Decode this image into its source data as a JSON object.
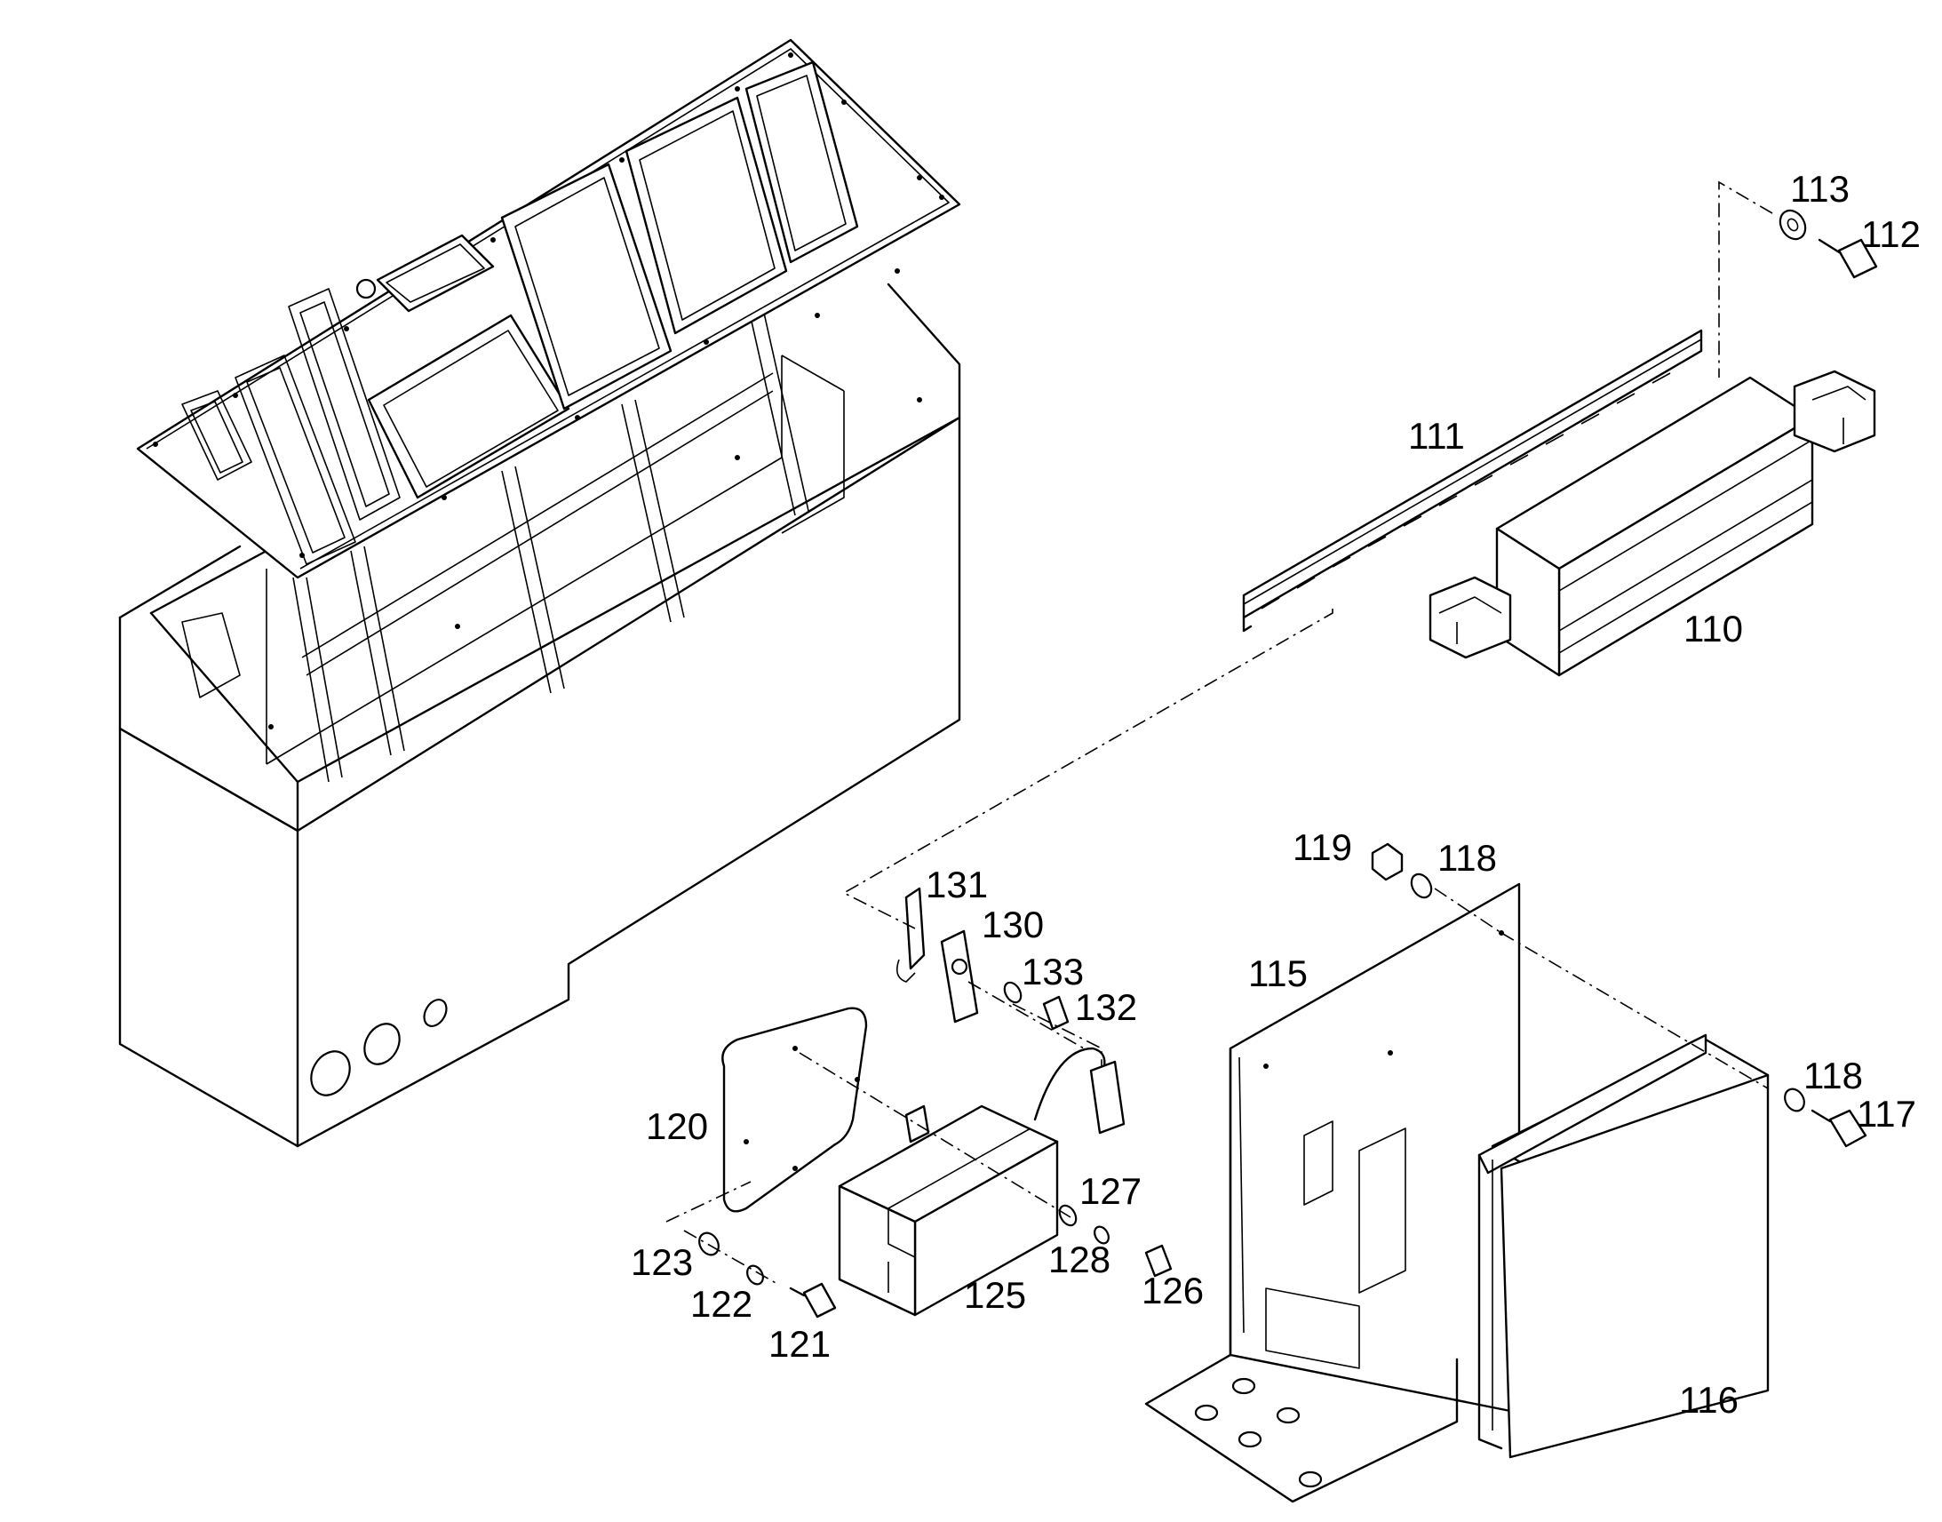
{
  "callouts": {
    "c110": "110",
    "c111": "111",
    "c112": "112",
    "c113": "113",
    "c115": "115",
    "c116": "116",
    "c117": "117",
    "c118a": "118",
    "c118b": "118",
    "c119": "119",
    "c120": "120",
    "c121": "121",
    "c122": "122",
    "c123": "123",
    "c125": "125",
    "c126": "126",
    "c127": "127",
    "c128": "128",
    "c130": "130",
    "c131": "131",
    "c132": "132",
    "c133": "133"
  }
}
